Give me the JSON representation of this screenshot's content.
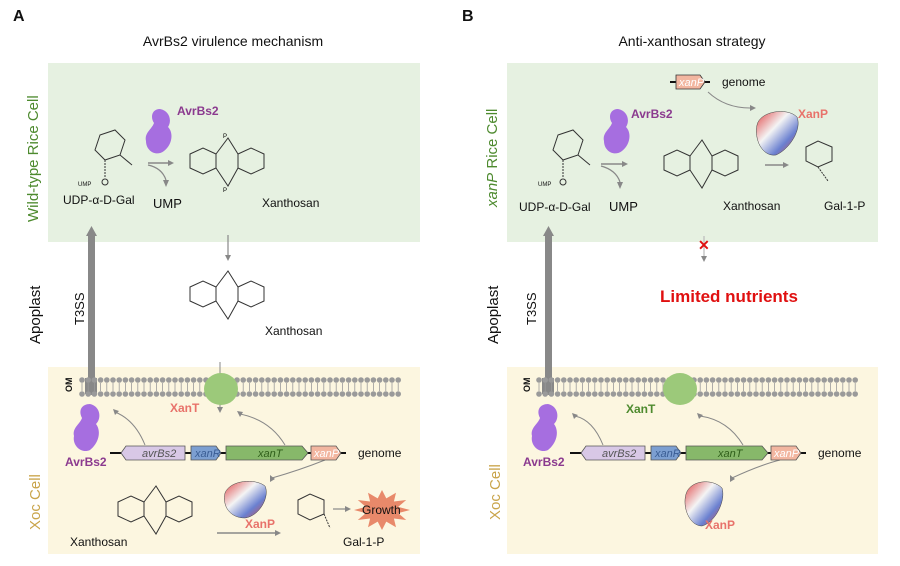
{
  "panelA": {
    "letter": "A",
    "title": "AvrBs2 virulence mechanism",
    "rice_cell_label": "Wild-type Rice Cell",
    "apoplast_label": "Apoplast",
    "t3ss_label": "T3SS",
    "xoc_cell_label": "Xoc Cell",
    "om_label": "OM",
    "udp_gal": "UDP-α-D-Gal",
    "ump": "UMP",
    "ump_small": "UMP",
    "xanthosan_rice": "Xanthosan",
    "xanthosan_apoplast": "Xanthosan",
    "xanthosan_xoc": "Xanthosan",
    "avrbs2_protein_rice": "AvrBs2",
    "avrbs2_protein_xoc": "AvrBs2",
    "xant_protein": "XanT",
    "xanp_protein": "XanP",
    "gal1p": "Gal-1-P",
    "growth": "Growth",
    "genome_label": "genome",
    "genes": [
      "avrBs2",
      "xanR",
      "xanT",
      "xanP"
    ]
  },
  "panelB": {
    "letter": "B",
    "title": "Anti-xanthosan strategy",
    "rice_cell_label_italic": "xanP",
    "rice_cell_label_rest": " Rice Cell",
    "apoplast_label": "Apoplast",
    "t3ss_label": "T3SS",
    "xoc_cell_label": "Xoc Cell",
    "om_label": "OM",
    "udp_gal": "UDP-α-D-Gal",
    "ump": "UMP",
    "ump_small": "UMP",
    "xanthosan_rice": "Xanthosan",
    "gal1p": "Gal-1-P",
    "avrbs2_protein_rice": "AvrBs2",
    "avrbs2_protein_xoc": "AvrBs2",
    "xanp_protein_rice": "XanP",
    "xanp_protein_xoc": "XanP",
    "xant_protein": "XanT",
    "rice_gene": "xanP",
    "rice_genome_label": "genome",
    "limited_nutrients": "Limited nutrients",
    "blocked_mark": "✕",
    "genome_label": "genome",
    "genes": [
      "avrBs2",
      "xanR",
      "xanT",
      "xanP"
    ]
  },
  "colors": {
    "rice_bg": "#e6f1e1",
    "xoc_bg": "#fcf6e0",
    "avrbs2_purple": "#a66ee0",
    "xant_green": "#9cc97a",
    "gene_avrbs2": "#d8c8e6",
    "gene_xanr": "#7c9fd1",
    "gene_xant": "#87b86a",
    "gene_xanp": "#f2b6a0",
    "growth_star": "#e8896a",
    "limited_red": "#e01010"
  }
}
